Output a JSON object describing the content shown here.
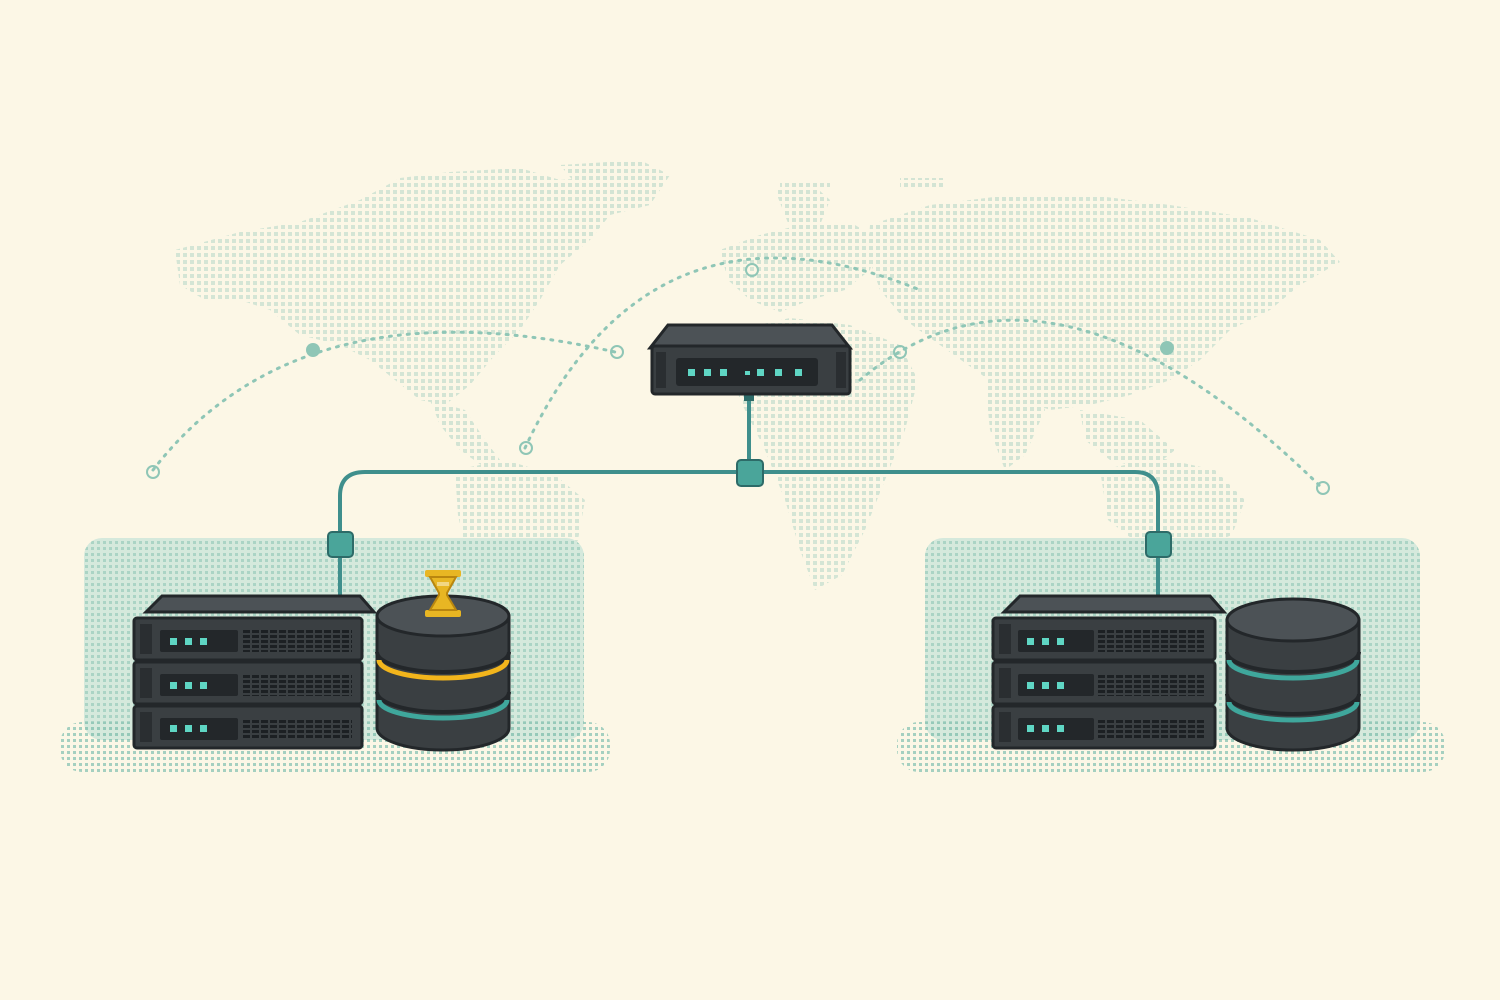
{
  "colors": {
    "background": "#fcf7e6",
    "map_dots": "#cfe3d3",
    "route_lines": "#8fc6b6",
    "cable": "#3f8f8c",
    "connector": "#4aa59a",
    "zone_fill": "#d5e9dc",
    "device_body": "#3a3f42",
    "device_top": "#4c5256",
    "device_edge": "#23272a",
    "led": "#5fd6c4",
    "db_ring": "#3fa79c",
    "sync_accent": "#f2b51c",
    "hourglass": "#e8b623"
  },
  "diagram": {
    "nodes": [
      {
        "id": "router",
        "kind": "network-switch",
        "icon": "router-icon"
      },
      {
        "id": "site-left",
        "kind": "server-rack-with-database",
        "icon": "server-rack-icon",
        "status": "pending",
        "status_icon": "hourglass-icon"
      },
      {
        "id": "site-right",
        "kind": "server-rack-with-database",
        "icon": "server-rack-icon"
      }
    ],
    "links": [
      {
        "from": "router",
        "to": "site-left"
      },
      {
        "from": "router",
        "to": "site-right"
      }
    ],
    "background_icon": "world-map-dots",
    "route_icon": "dotted-arc-routes"
  }
}
